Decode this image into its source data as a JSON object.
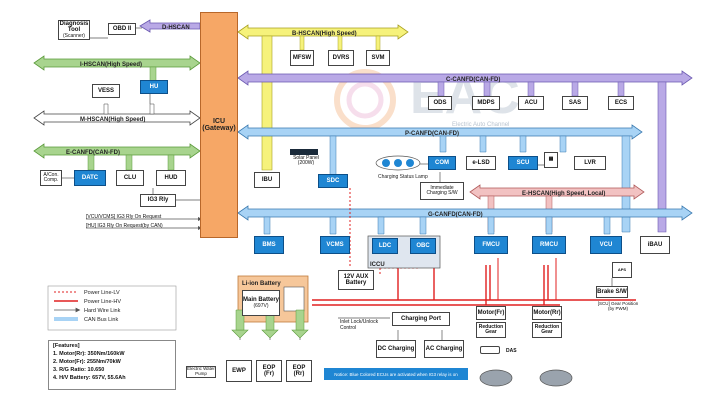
{
  "watermark": {
    "brand": "EAC",
    "tagline": "Electric Auto Channel"
  },
  "buses": {
    "d_hscan": "D-HSCAN",
    "b_hscan": "B-HSCAN(High Speed)",
    "i_hscan": "I-HSCAN(High Speed)",
    "c_canfd": "C-CANFD(CAN-FD)",
    "m_hscan": "M-HSCAN(High Speed)",
    "p_canfd": "P-CANFD(CAN-FD)",
    "e_canfd": "E-CANFD(CAN-FD)",
    "e_hscan": "E-HSCAN(High Speed, Local)",
    "g_canfd": "G-CANFD(CAN-FD)"
  },
  "ecus": {
    "diag": "Diagnosis Tool",
    "diag_sub": "(Scanner)",
    "obd": "OBD II",
    "icu": "ICU",
    "icu_sub": "(Gateway)",
    "mfsw": "MFSW",
    "dvrs": "DVRS",
    "svm": "SVM",
    "vess": "VESS",
    "hu": "HU",
    "ods": "ODS",
    "mdps": "MDPS",
    "acu": "ACU",
    "sas": "SAS",
    "ecs": "ECS",
    "aircon": "A/Con. Comp.",
    "datc": "DATC",
    "clu": "CLU",
    "hud": "HUD",
    "ibu": "IBU",
    "solar": "Solar Panel",
    "solar_sub": "(200W)",
    "sdc": "SDC",
    "chg_lamp": "Charging Status Lamp",
    "com": "COM",
    "elsd": "e-LSD",
    "scu": "SCU",
    "lvr": "LVR",
    "im_chg": "Immediate Charging S/W",
    "ig3": "IG3 Rly",
    "bms": "BMS",
    "vcms": "VCMS",
    "ldc": "LDC",
    "obc": "OBC",
    "iccu": "ICCU",
    "fmcu": "FMCU",
    "rmcu": "RMCU",
    "vcu": "VCU",
    "ibau": "iBAU",
    "aux": "12V AUX Battery",
    "li_ion": "Li-ion Battery",
    "main_batt": "Main Battery",
    "main_batt_sub": "(697V)",
    "charging_port": "Charging Port",
    "inlet": "Inlet Lock/Unlock Control",
    "dc_chg": "DC Charging",
    "ac_chg": "AC Charging",
    "motor_fr": "Motor(Fr)",
    "motor_rr": "Motor(Rr)",
    "red_gear": "Reduction Gear",
    "das": "DAS",
    "aps": "APS",
    "brake_sw": "Brake S/W",
    "scu_note": "[SCU] Gear Position (by PWM)",
    "pump": "Electric Water Pump",
    "ewp": "EWP",
    "eop_fr": "EOP (Fr)",
    "eop_rr": "EOP (Rr)"
  },
  "signals": {
    "ig3_req": "[VCU/VCMS] IG3 Rly On Request",
    "ig2_req": "[HU] IG3 Rly On Request(by CAN)"
  },
  "legend": {
    "items": [
      "Power Line-LV",
      "Power Line-HV",
      "Hard Wire Link",
      "CAN Bus Link"
    ]
  },
  "features": {
    "title": "[Features]",
    "lines": [
      "1. Motor(Rr): 350Nm/160kW",
      "2. Motor(Fr): 255Nm/70kW",
      "3. R/G Ratio: 10.650",
      "4. H/V Battery: 657V, 55.6Ah"
    ]
  },
  "footnote": "Notice: Blue Colored ECUs are activated when IG3 relay is on",
  "colors": {
    "accent": "#1f86d3",
    "gateway": "#f6a766",
    "bus_yellow": "#f6f27b",
    "bus_purple": "#b9a9e6",
    "bus_green": "#a8d48e",
    "bus_blue": "#a8d3f5",
    "bus_pink": "#f2c2c2",
    "power_hv": "#e02020"
  }
}
